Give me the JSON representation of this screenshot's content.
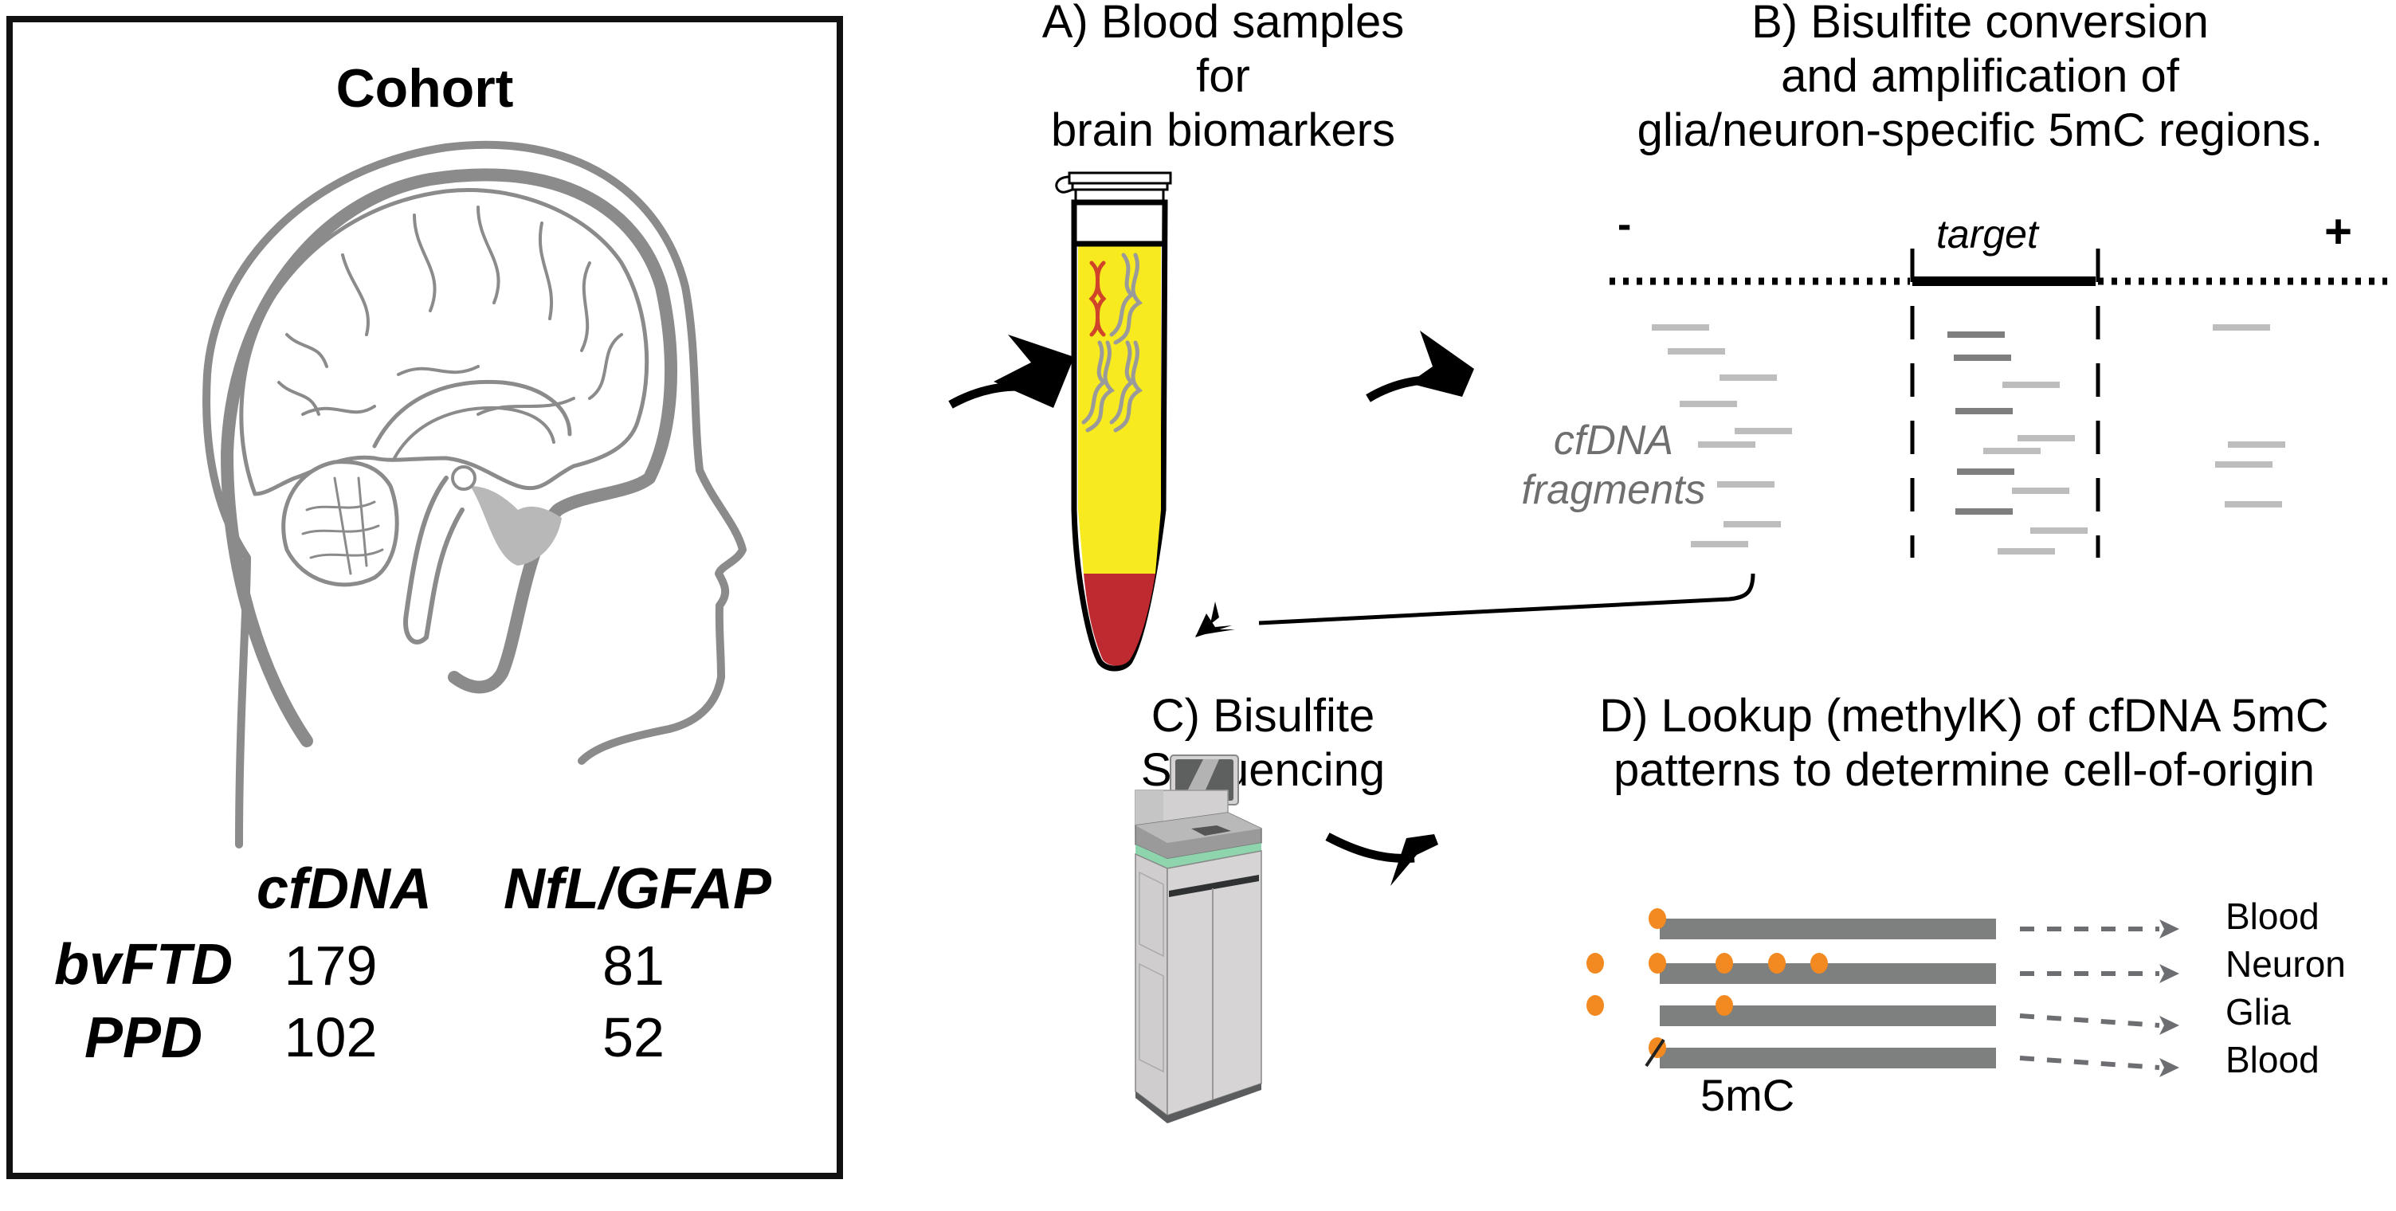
{
  "cohort": {
    "title": "Cohort",
    "table": {
      "columns": [
        "cfDNA",
        "NfL/GFAP"
      ],
      "rows": [
        {
          "label": "bvFTD",
          "values": [
            "179",
            "81"
          ]
        },
        {
          "label": "PPD",
          "values": [
            "102",
            "52"
          ]
        }
      ]
    }
  },
  "steps": {
    "a": {
      "lines": [
        "A) Blood samples",
        "for",
        "brain biomarkers"
      ]
    },
    "b": {
      "lines": [
        "B) Bisulfite conversion",
        "and amplification of",
        "glia/neuron-specific 5mC regions."
      ]
    },
    "c": {
      "lines": [
        "C) Bisulfite",
        "Sequencing"
      ]
    },
    "d": {
      "lines": [
        "D) Lookup (methylK) of cfDNA 5mC",
        "patterns to determine cell-of-origin"
      ]
    }
  },
  "region_diagram": {
    "minus_label": "-",
    "plus_label": "+",
    "target_label": "target",
    "fragments_label": [
      "cfDNA",
      "fragments"
    ]
  },
  "lookup": {
    "reads": [
      {
        "methyl_sites": 1,
        "origin": "Blood"
      },
      {
        "methyl_sites": 5,
        "origin": "Neuron"
      },
      {
        "methyl_sites": 2,
        "origin": "Glia"
      },
      {
        "methyl_sites": 1,
        "origin": "Blood"
      }
    ],
    "marker_label": "5mC"
  },
  "colors": {
    "tube_plasma": "#f7ea1e",
    "tube_blood": "#be2a30",
    "dna_red": "#d0442a",
    "dna_gray": "#9a9a9a",
    "fragment_light": "#bdbdbd",
    "fragment_dark": "#7e7e7e",
    "read_bar": "#7e7f7f",
    "methyl_dot": "#f28a21",
    "arrow_gray": "#6d6e71",
    "sequencer_accent": "#8ed4ad",
    "brain_gray": "#8c8b8c"
  }
}
